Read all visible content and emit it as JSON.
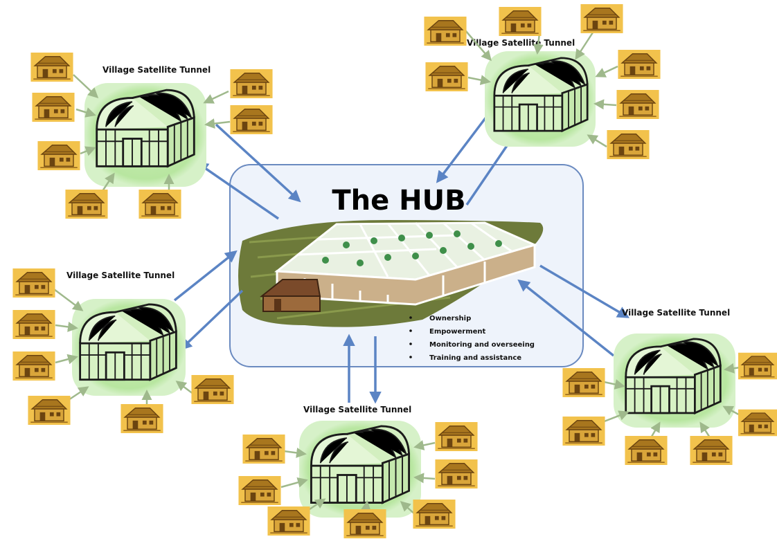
{
  "hub": {
    "title": "The HUB",
    "bullets": [
      "Ownership",
      "Empowerment",
      "Monitoring and overseeing",
      "Training  and assistance"
    ]
  },
  "satellite_label": "Village Satellite Tunnel",
  "satellites": [
    {
      "id": "top-left",
      "label": "Village Satellite Tunnel"
    },
    {
      "id": "top-right",
      "label": "Village Satellite Tunnel"
    },
    {
      "id": "mid-left",
      "label": "Village Satellite Tunnel"
    },
    {
      "id": "right",
      "label": "Village Satellite Tunnel"
    },
    {
      "id": "bottom",
      "label": "Village Satellite Tunnel"
    }
  ],
  "colors": {
    "arrow": "#5b84c4",
    "hub_border": "#6a8ac0",
    "hub_fill": "#eef3fb",
    "satellite_glow": "#b8e6a0",
    "tunnel_stroke": "#1b1b1b",
    "tunnel_fill": "#d7f2c4",
    "house": "#d9a53a",
    "field": "#6d7a3a"
  },
  "icons": {
    "house": "hut-icon",
    "tunnel": "greenhouse-tunnel-icon",
    "hub": "hub-greenhouse-icon"
  }
}
